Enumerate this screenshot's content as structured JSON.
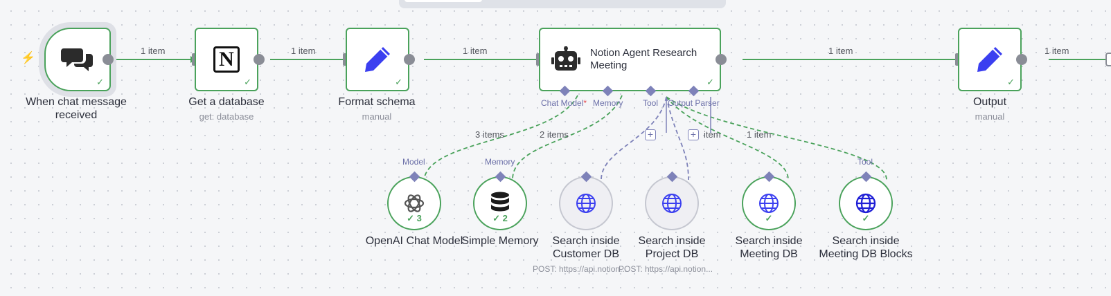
{
  "canvas": {
    "nodes": {
      "chat_trigger": {
        "label": "When chat message received",
        "icon": "chat-bubbles-icon",
        "trigger_icon": "lightning-bolt-icon"
      },
      "get_database": {
        "label": "Get a database",
        "subtitle": "get: database",
        "icon": "notion-icon"
      },
      "format_schema": {
        "label": "Format schema",
        "subtitle": "manual",
        "icon": "pencil-icon"
      },
      "agent": {
        "title": "Notion Agent Research Meeting",
        "icon": "robot-icon"
      },
      "output": {
        "label": "Output",
        "subtitle": "manual",
        "icon": "pencil-icon"
      }
    },
    "agent_ports": {
      "chat_model": "Chat Model",
      "chat_model_required": "*",
      "memory": "Memory",
      "tool": "Tool",
      "output_parser": "Output Parser"
    },
    "connections": {
      "trigger_to_database": "1 item",
      "database_to_format": "1 item",
      "format_to_agent": "1 item",
      "agent_to_output": "1 item",
      "output_to_next": "1 item",
      "model_link": "3 items",
      "memory_link": "2 items",
      "tool_link_1": "item",
      "tool_link_2": "1 item"
    },
    "sub_nodes": {
      "openai": {
        "label": "OpenAI Chat Model",
        "port": "Model",
        "status": "✓ 3",
        "icon": "openai-icon"
      },
      "memory": {
        "label": "Simple Memory",
        "port": "Memory",
        "status": "✓ 2",
        "icon": "database-icon"
      },
      "customer": {
        "label_line1": "Search inside",
        "label_line2": "Customer DB",
        "footnote": "POST: https://api.notion...",
        "icon": "globe-icon"
      },
      "project": {
        "label_line1": "Search inside",
        "label_line2": "Project DB",
        "footnote": "POST: https://api.notion...",
        "icon": "globe-icon"
      },
      "meeting": {
        "label_line1": "Search inside",
        "label_line2": "Meeting DB",
        "status": "✓",
        "icon": "globe-icon"
      },
      "blocks": {
        "label_line1": "Search inside",
        "label_line2": "Meeting DB Blocks",
        "port": "Tool",
        "status": "✓",
        "icon": "globe-icon"
      }
    },
    "check_mark": "✓",
    "plus_symbol": "+",
    "colors": {
      "success": "#4aa25b",
      "handle": "#8a8d96",
      "ai_port": "#7e82b9",
      "icon_blue": "#3b3ff0",
      "trigger_bolt": "#ff6d5a"
    }
  }
}
